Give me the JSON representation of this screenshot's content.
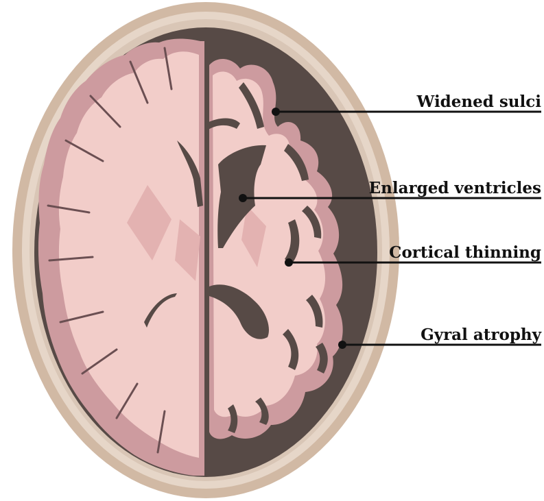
{
  "diagram": {
    "labels": [
      {
        "id": "widened-sulci",
        "text": "Widened sulci"
      },
      {
        "id": "enlarged-ventricles",
        "text": "Enlarged ventricles"
      },
      {
        "id": "cortical-thinning",
        "text": "Cortical thinning"
      },
      {
        "id": "gyral-atrophy",
        "text": "Gyral atrophy"
      }
    ],
    "colors": {
      "scalp": "#d1b9a4",
      "skull": "#e6d6c8",
      "csf_space": "#574a46",
      "gray_matter": "#cd9b9f",
      "white_matter": "#f2cdc9",
      "deep_nuclei": "#e3b2b1",
      "ventricles": "#574a46",
      "leader_lines": "#111111"
    }
  }
}
